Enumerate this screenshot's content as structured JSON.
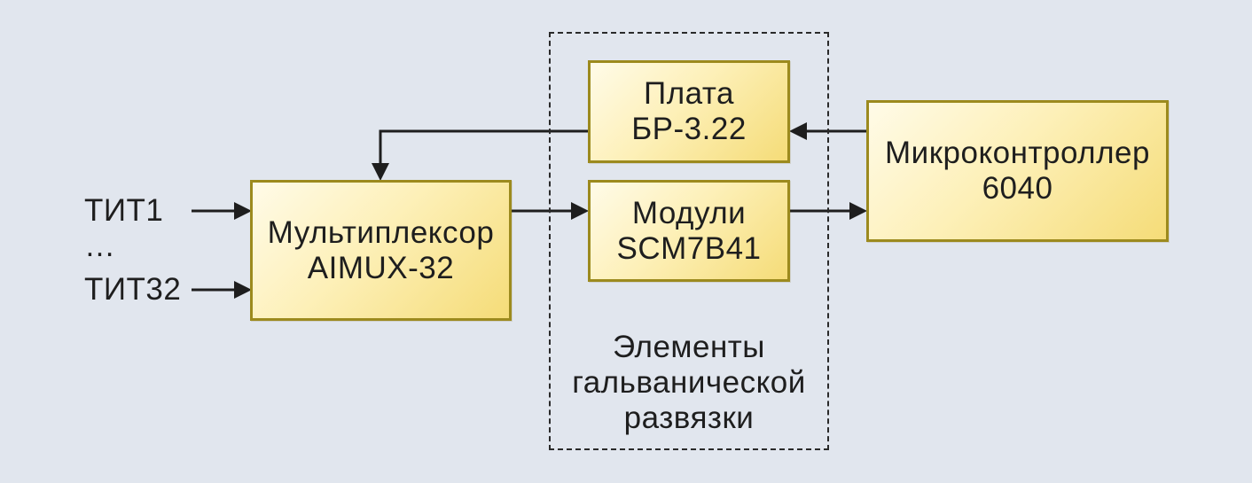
{
  "inputs": {
    "first": "ТИТ1",
    "ellipsis": "…",
    "last": "ТИТ32"
  },
  "blocks": {
    "multiplexer": {
      "line1": "Мультиплексор",
      "line2": "AIMUX-32"
    },
    "board": {
      "line1": "Плата",
      "line2": "БР-3.22"
    },
    "modules": {
      "line1": "Модули",
      "line2": "SCM7B41"
    },
    "microcontroller": {
      "line1": "Микроконтроллер",
      "line2": "6040"
    }
  },
  "isolation_zone": {
    "line1": "Элементы",
    "line2": "гальванической",
    "line3": "развязки"
  },
  "colors": {
    "background": "#e1e6ee",
    "block_border": "#9c8a1e",
    "block_fill_light": "#fffbe8",
    "block_fill_dark": "#f5dc78",
    "line": "#1e1e1e"
  }
}
